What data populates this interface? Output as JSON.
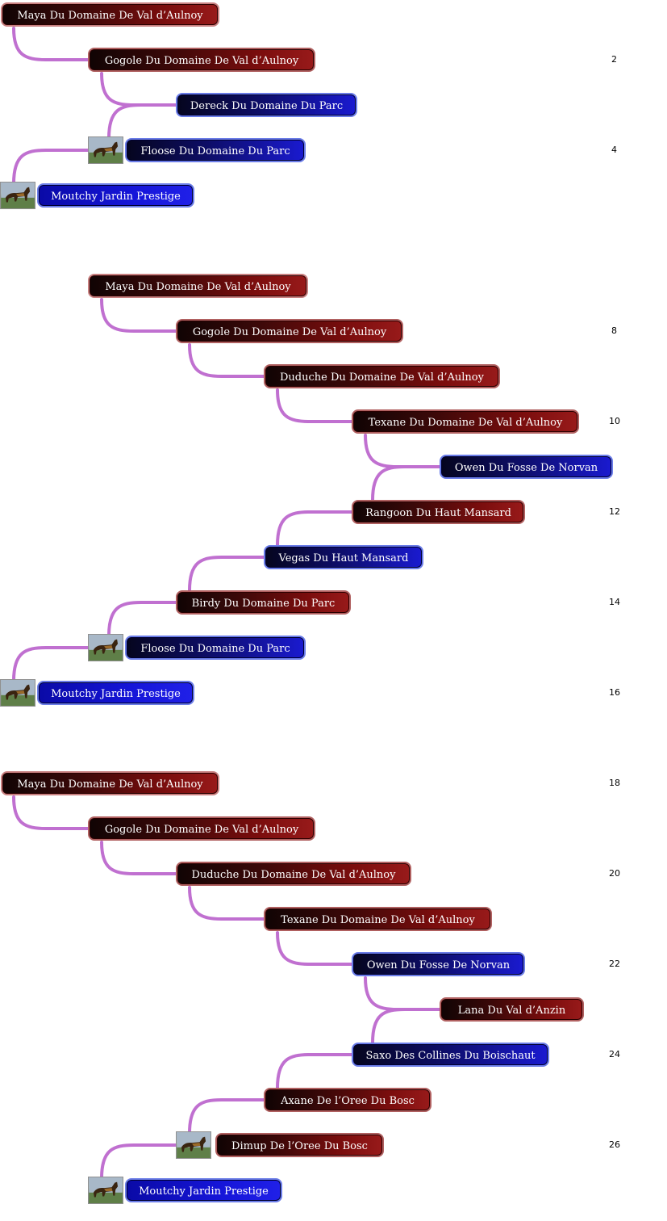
{
  "colors": {
    "female": "#7a0d0d",
    "male": "#0d0d66",
    "connector": "#c070d0"
  },
  "icons": {
    "photo": "german-shepherd-photo-icon"
  },
  "numbers": [
    "2",
    "4",
    "8",
    "10",
    "12",
    "14",
    "16",
    "18",
    "20",
    "22",
    "24",
    "26"
  ],
  "sections": [
    {
      "nodes": [
        {
          "name": "Maya Du Domaine De Val d’Aulnoy",
          "sex": "female"
        },
        {
          "name": "Gogole Du Domaine De Val d’Aulnoy",
          "sex": "female"
        },
        {
          "name": "Dereck Du Domaine Du Parc",
          "sex": "male"
        },
        {
          "name": "Floose Du Domaine Du Parc",
          "sex": "male",
          "photo": true
        },
        {
          "name": "Moutchy Jardin Prestige",
          "sex": "male",
          "photo": true
        }
      ]
    },
    {
      "nodes": [
        {
          "name": "Maya Du Domaine De Val d’Aulnoy",
          "sex": "female"
        },
        {
          "name": "Gogole Du Domaine De Val d’Aulnoy",
          "sex": "female"
        },
        {
          "name": "Duduche Du Domaine De Val d’Aulnoy",
          "sex": "female"
        },
        {
          "name": "Texane Du Domaine De Val d’Aulnoy",
          "sex": "female"
        },
        {
          "name": "Owen Du Fosse De Norvan",
          "sex": "male"
        },
        {
          "name": "Rangoon Du Haut Mansard",
          "sex": "female"
        },
        {
          "name": "Vegas Du Haut Mansard",
          "sex": "male"
        },
        {
          "name": "Birdy Du Domaine Du Parc",
          "sex": "female"
        },
        {
          "name": "Floose Du Domaine Du Parc",
          "sex": "male",
          "photo": true
        },
        {
          "name": "Moutchy Jardin Prestige",
          "sex": "male",
          "photo": true
        }
      ]
    },
    {
      "nodes": [
        {
          "name": "Maya Du Domaine De Val d’Aulnoy",
          "sex": "female"
        },
        {
          "name": "Gogole Du Domaine De Val d’Aulnoy",
          "sex": "female"
        },
        {
          "name": "Duduche Du Domaine De Val d’Aulnoy",
          "sex": "female"
        },
        {
          "name": "Texane Du Domaine De Val d’Aulnoy",
          "sex": "female"
        },
        {
          "name": "Owen Du Fosse De Norvan",
          "sex": "male"
        },
        {
          "name": "Lana Du Val d’Anzin",
          "sex": "female"
        },
        {
          "name": "Saxo Des Collines Du Boischaut",
          "sex": "male"
        },
        {
          "name": "Axane De l’Oree Du Bosc",
          "sex": "female"
        },
        {
          "name": "Dimup De l’Oree Du Bosc",
          "sex": "female",
          "photo": true
        },
        {
          "name": "Moutchy Jardin Prestige",
          "sex": "male",
          "photo": true
        }
      ]
    }
  ]
}
